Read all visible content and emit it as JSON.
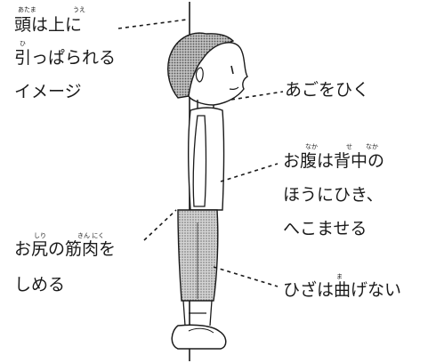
{
  "labels": {
    "head_line1": "頭は上に",
    "head_line2": "引っぱられる",
    "head_line3": "イメージ",
    "chin": "あごをひく",
    "belly_line1": "お腹は背中の",
    "belly_line2": "ほうにひき、",
    "belly_line3": "へこませる",
    "buttocks_line1": "お尻の筋肉を",
    "buttocks_line2": "しめる",
    "knees": "ひざは曲げない"
  },
  "furigana": {
    "atama": "あたま",
    "ue": "うえ",
    "hiku": "ひ",
    "naka": "なか",
    "se": "せ",
    "senaka": "なか",
    "shiri": "しり",
    "kinniku": "きん にく",
    "ma": "ま"
  },
  "colors": {
    "ink": "#1a1a1a",
    "pants_fill": "#bdbdbd",
    "hair_fill": "#a9a9a9",
    "background": "#ffffff"
  }
}
